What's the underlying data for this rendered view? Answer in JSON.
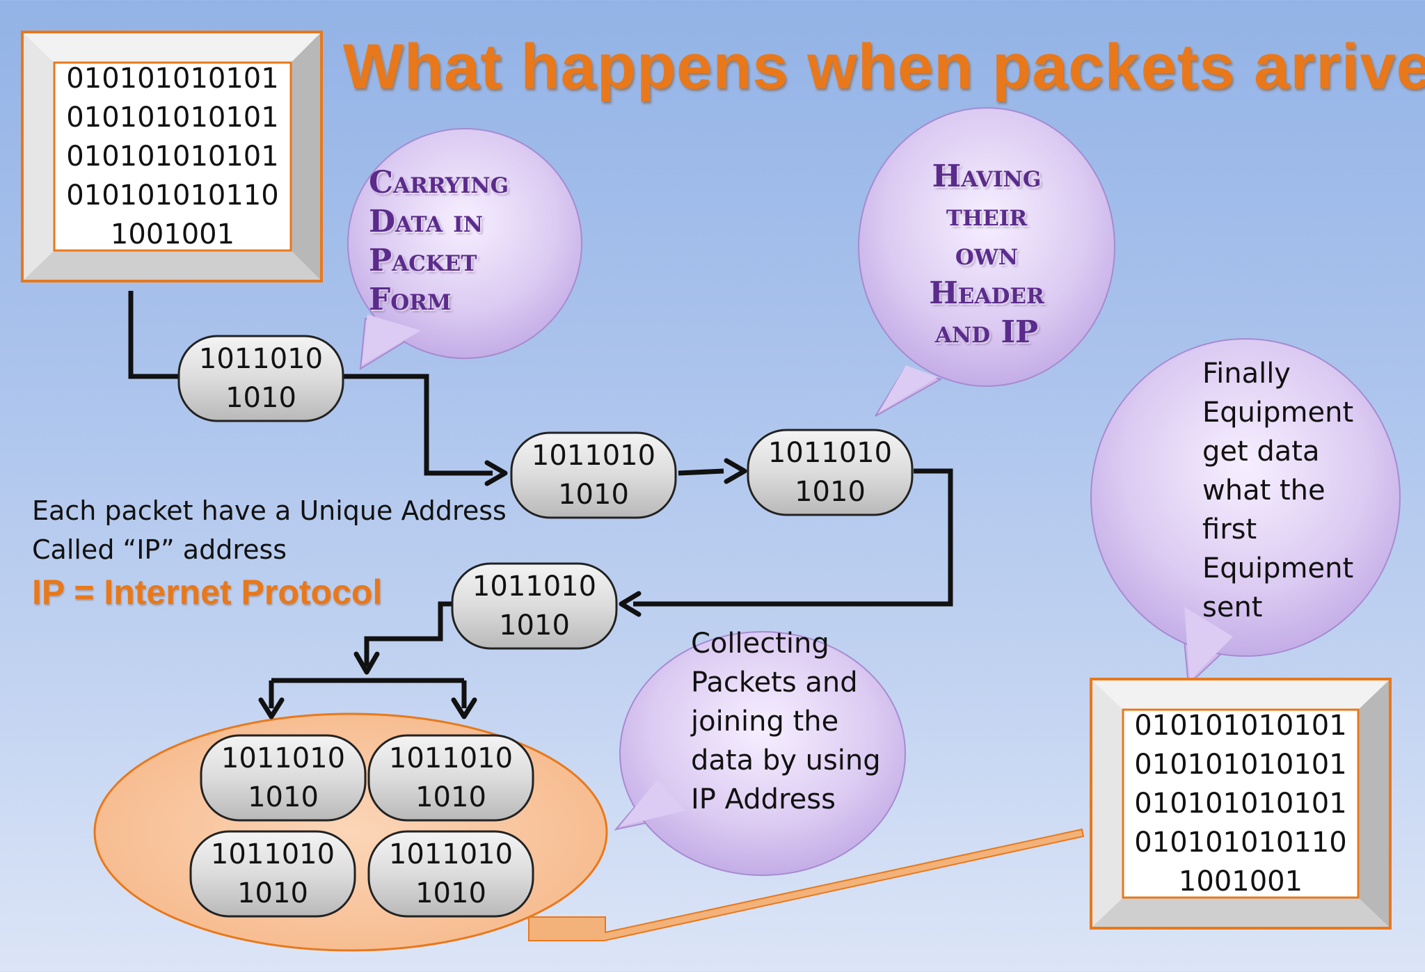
{
  "title": "What happens when packets arrive",
  "source_box": {
    "lines": [
      "010101010101",
      "010101010101",
      "010101010101",
      "010101010110",
      "1001001"
    ]
  },
  "destination_box": {
    "lines": [
      "010101010101",
      "010101010101",
      "010101010101",
      "010101010110",
      "1001001"
    ]
  },
  "packet": {
    "line1": "1011010",
    "line2": "1010"
  },
  "bubbles": {
    "carrying": [
      "Carrying",
      "Data in",
      "Packet",
      "Form"
    ],
    "header": [
      "Having",
      "their",
      "own",
      "Header",
      "and IP"
    ],
    "collecting": [
      "Collecting",
      "Packets and",
      "joining the",
      "data by using",
      "IP Address"
    ],
    "finally": [
      "Finally",
      "Equipment",
      "get data",
      "what the",
      "first",
      "Equipment",
      "sent"
    ]
  },
  "caption": {
    "line1": "Each packet have a Unique Address",
    "line2": "Called “IP” address"
  },
  "ip_definition": "IP = Internet Protocol",
  "colors": {
    "accent_orange": "#e9781a",
    "bubble_purple": "#d6c4ee",
    "bubble_text": "#5b2b8c",
    "packet_fill": "#dcdcdc"
  }
}
